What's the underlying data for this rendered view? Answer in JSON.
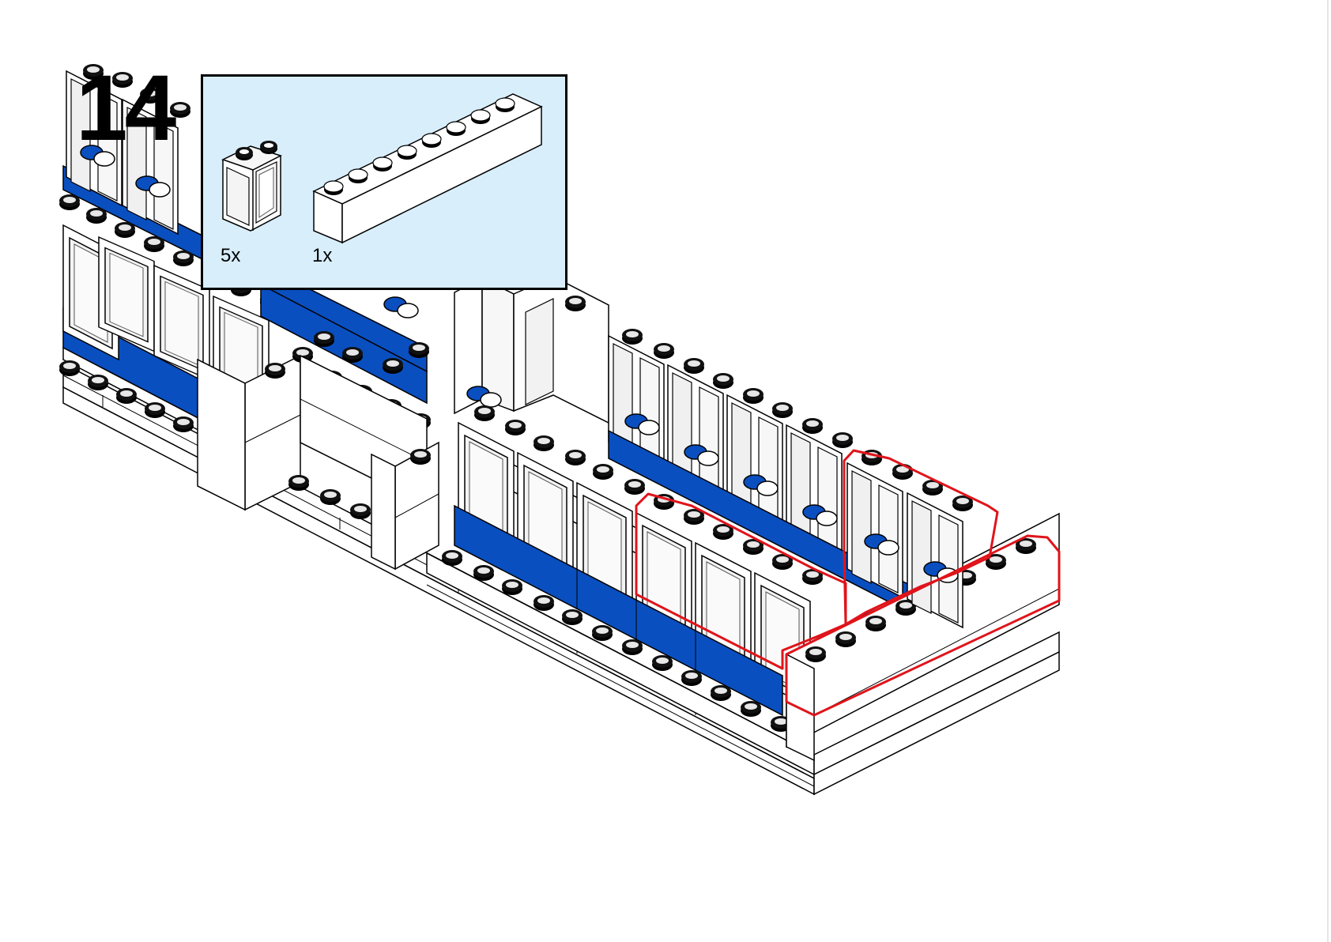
{
  "step": {
    "number": "14"
  },
  "parts_list": {
    "items": [
      {
        "name": "window-1x2x2",
        "quantity": "5x"
      },
      {
        "name": "brick-1x8",
        "quantity": "1x"
      }
    ]
  },
  "colors": {
    "callout_background": "#d8eefb",
    "highlight_outline": "#e0141b",
    "brick_blue": "#0a4fc0",
    "brick_white": "#ffffff",
    "window_glass": "#f4f4f4",
    "outline": "#000000"
  }
}
